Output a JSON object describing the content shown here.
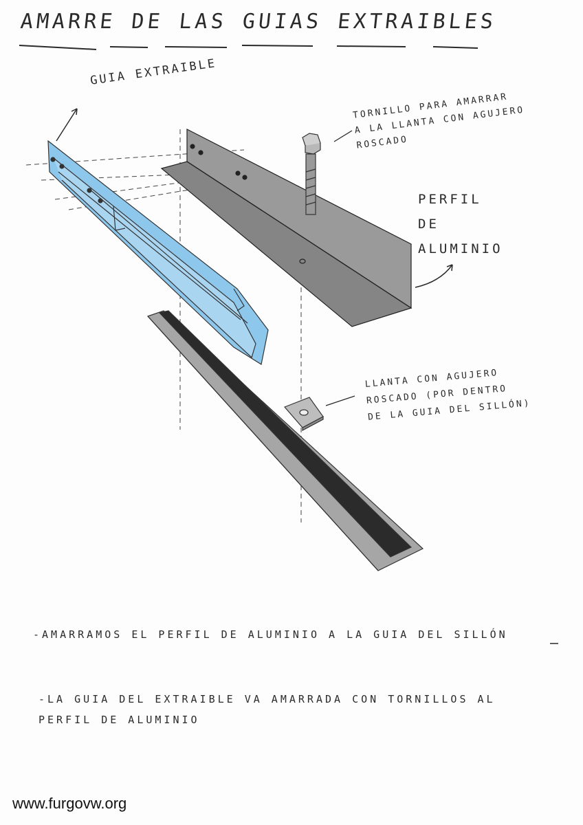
{
  "title": "AMARRE DE LAS GUIAS EXTRAIBLES",
  "labels": {
    "guia": "GUIA EXTRAIBLE",
    "tornillo": "TORNILLO PARA AMARRAR\nA LA LLANTA CON AGUJERO\nROSCADO",
    "perfil": "PERFIL\nDE\nALUMINIO",
    "llanta": "LLANTA CON AGUJERO\nROSCADO (POR DENTRO\nDE LA GUIA DEL SILLÓN)"
  },
  "notes": {
    "note1": "-AMARRAMOS EL PERFIL DE ALUMINIO A LA GUIA DEL SILLÓN",
    "note2": "-LA GUIA DEL EXTRAIBLE VA AMARRADA CON TORNILLOS AL\nPERFIL DE ALUMINIO"
  },
  "watermark": "www.furgovw.org",
  "colors": {
    "guide_blue": "#8ec7ec",
    "profile_gray": "#8f8f8f",
    "rail_dark": "#2b2b2b",
    "ink": "#2a2a2a"
  },
  "icons": {
    "bolt": "bolt-icon",
    "plate": "threaded-plate-icon"
  }
}
